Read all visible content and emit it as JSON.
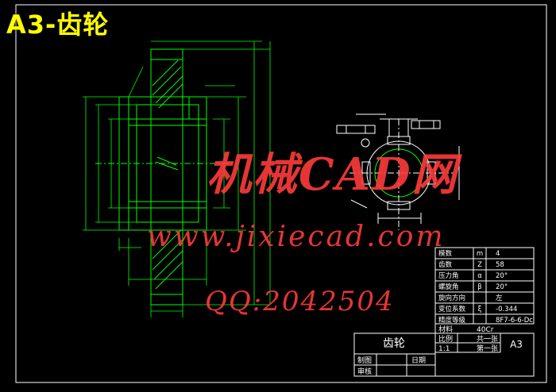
{
  "header": {
    "title": "A3-齿轮"
  },
  "watermark": {
    "brand": "机械CAD网",
    "url": "www.jixiecad.com",
    "qq": "QQ:2042504"
  },
  "params_table": {
    "rows": [
      {
        "name": "模数",
        "symbol": "m",
        "value": "4"
      },
      {
        "name": "齿数",
        "symbol": "Z",
        "value": "58"
      },
      {
        "name": "压力角",
        "symbol": "α",
        "value": "20°"
      },
      {
        "name": "螺旋角",
        "symbol": "β",
        "value": "20°"
      },
      {
        "name": "旋向方向",
        "symbol": "",
        "value": "左"
      },
      {
        "name": "变位系数",
        "symbol": "ξ",
        "value": "-0.344"
      },
      {
        "name": "精度等级",
        "symbol": "",
        "value": "8F7-6-6-Dc"
      }
    ]
  },
  "title_block": {
    "part_name": "齿轮",
    "material_label": "材料",
    "material_value": "40Cr",
    "scale_label": "比例",
    "scale_value": "1:1",
    "sheet_total": "共一张",
    "sheet_no": "第一张",
    "format": "A3",
    "drawn_label": "制图",
    "checked_label": "审核",
    "date_label": "日期"
  },
  "colors": {
    "frame": "#ffffff",
    "geometry": "#00ff00",
    "dimension": "#ffffff",
    "headline": "#ffff00",
    "watermark": "#ff3b3b",
    "background": "#000000"
  }
}
